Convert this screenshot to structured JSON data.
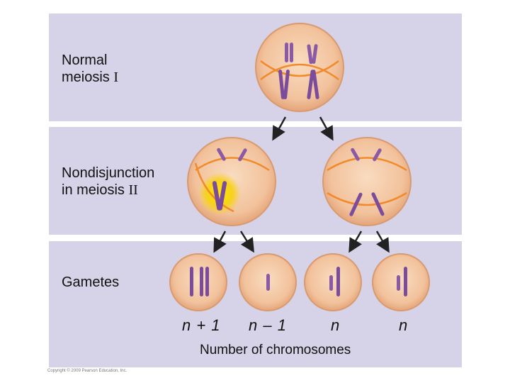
{
  "labels": {
    "row1_line1": "Normal",
    "row1_line2": "meiosis ",
    "row1_roman": "I",
    "row2_line1": "Nondisjunction",
    "row2_line2": "in meiosis ",
    "row2_roman": "II",
    "row3": "Gametes"
  },
  "gamete_counts": [
    "n + 1",
    "n – 1",
    "n",
    "n"
  ],
  "axis_label": "Number of chromosomes",
  "copyright": "Copyright © 2009 Pearson Education, Inc.",
  "colors": {
    "panel_bg": "#d6d3e8",
    "cell_fill": "#f4c9a4",
    "cell_edge": "#e0a57c",
    "spindle": "#f08a2a",
    "chromosome": "#8a5aa6",
    "highlight": "#f6d21c"
  }
}
